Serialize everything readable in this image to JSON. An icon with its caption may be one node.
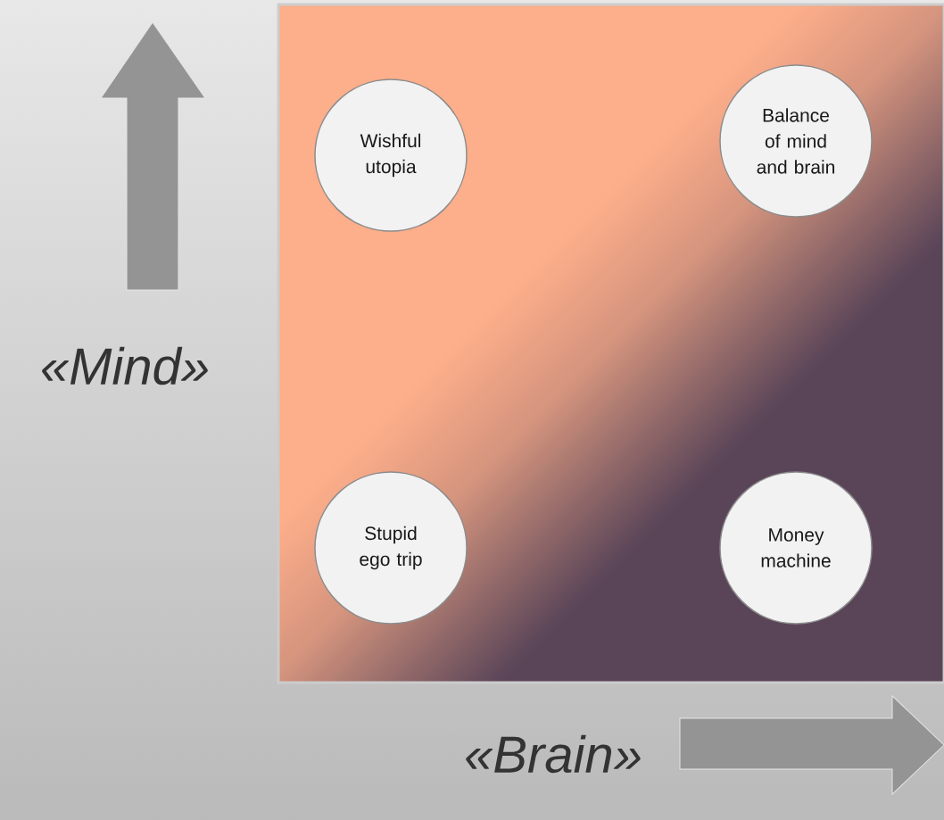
{
  "diagram": {
    "nodes": [
      {
        "text": [],
        "shape": "box"
      },
      {
        "text": [
          "Wishful utopia"
        ],
        "in": 0
      },
      {
        "text": [
          "Balance of mind and brain"
        ],
        "in": 0
      },
      {
        "text": [
          "Stupid ego trip"
        ],
        "in": 0
      },
      {
        "text": [
          "Money machine"
        ],
        "in": 0
      }
    ],
    "labels": [
      "«Mind»",
      "«Brain»"
    ]
  }
}
